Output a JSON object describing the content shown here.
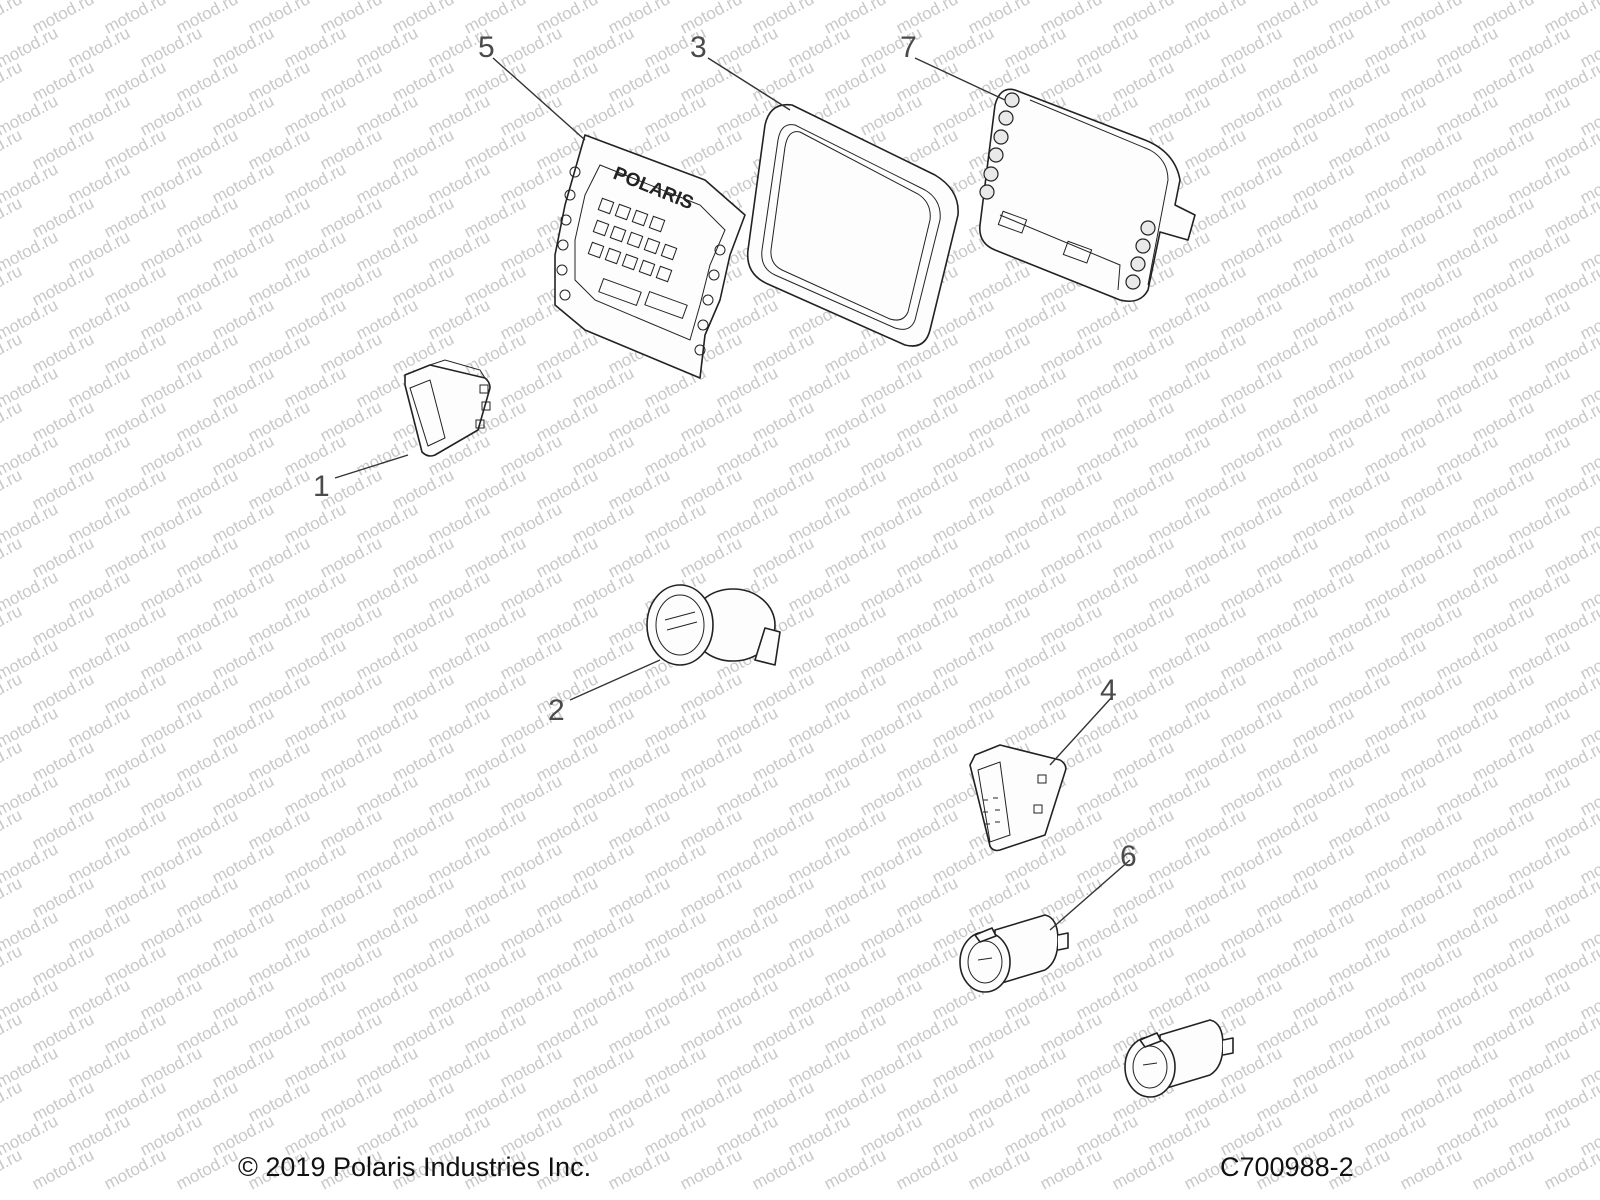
{
  "watermark": {
    "text": "motod.ru"
  },
  "callouts": [
    "1",
    "2",
    "3",
    "4",
    "5",
    "6",
    "7"
  ],
  "cluster_brand": "POLARIS",
  "footer": {
    "copyright": "© 2019 Polaris Industries Inc.",
    "figure_id": "C700988-2"
  }
}
